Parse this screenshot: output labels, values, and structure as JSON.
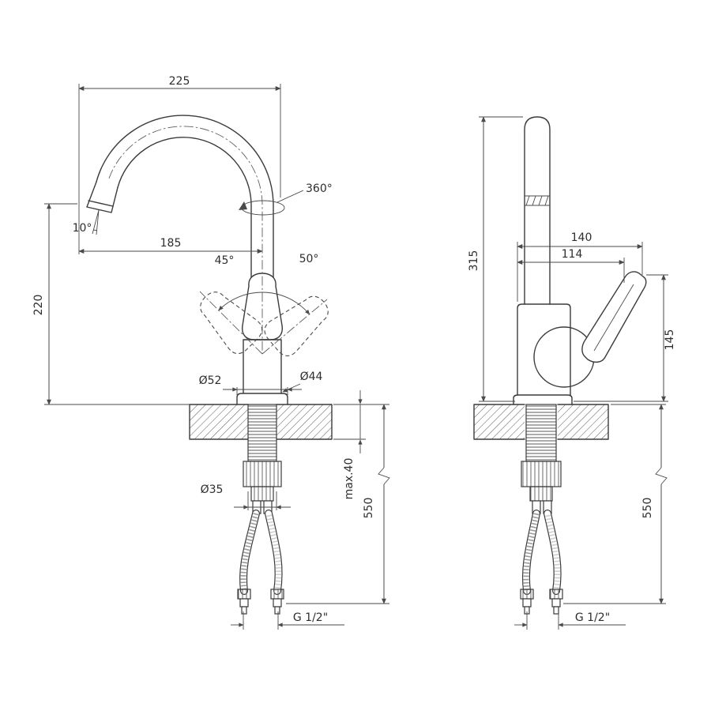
{
  "drawing": {
    "side_view": {
      "spout_width": "225",
      "swivel": "360°",
      "outlet_angle": "10°",
      "spout_reach": "185",
      "lever_tilt_left": "45°",
      "lever_tilt_right": "50°",
      "outlet_height": "220",
      "base_diameter": "Ø52",
      "body_diameter": "Ø44",
      "shank_diameter": "Ø35",
      "deck_max_thickness": "max.40",
      "hose_length": "550",
      "connection_thread": "G 1/2\""
    },
    "front_view": {
      "total_height": "315",
      "overall_width": "140",
      "width_to_handle": "114",
      "lever_height": "145",
      "hose_length": "550",
      "connection_thread": "G 1/2\""
    }
  }
}
